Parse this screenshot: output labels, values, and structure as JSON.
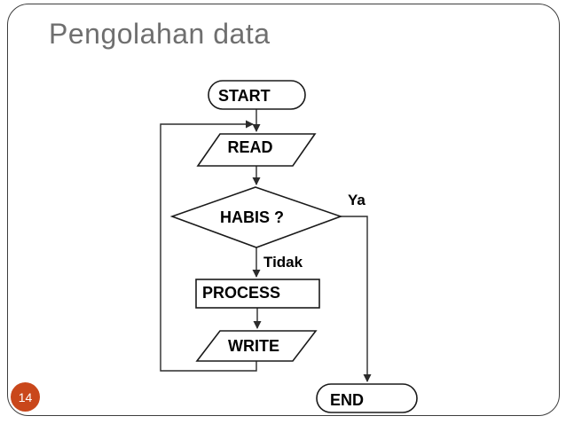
{
  "slide": {
    "title": "Pengolahan data",
    "page_number": "14"
  },
  "flowchart": {
    "nodes": [
      {
        "label": "START",
        "type": "terminator"
      },
      {
        "label": "READ",
        "type": "input-output"
      },
      {
        "label": "HABIS ?",
        "type": "decision"
      },
      {
        "label": "PROCESS",
        "type": "process"
      },
      {
        "label": "WRITE",
        "type": "input-output"
      },
      {
        "label": "END",
        "type": "terminator"
      }
    ],
    "branch_labels": {
      "yes": "Ya",
      "no": "Tidak"
    }
  },
  "colors": {
    "page_badge": "#c9471b",
    "title_text": "#6f6f6f",
    "shape_stroke": "#1a1a1a",
    "edge_stroke": "#2b2b2b"
  }
}
